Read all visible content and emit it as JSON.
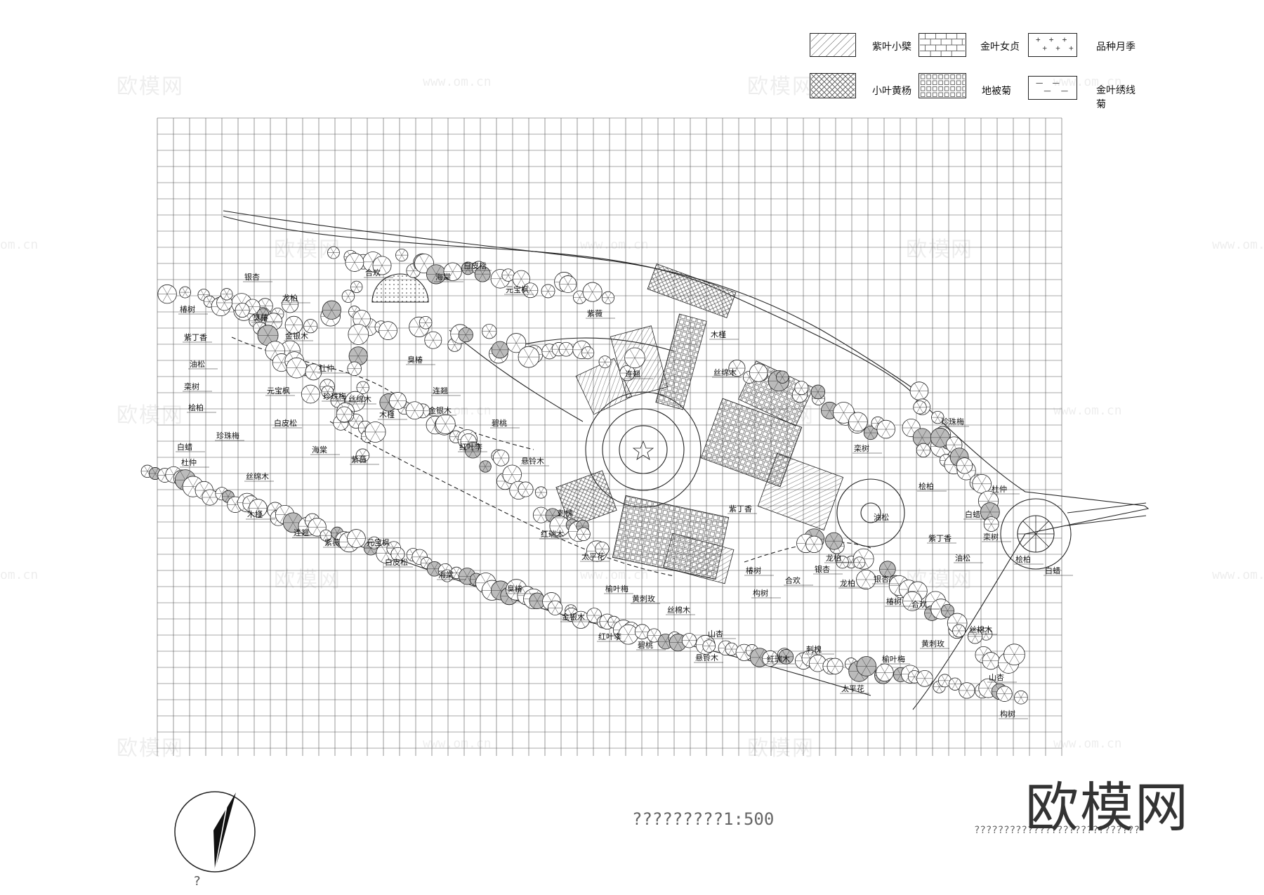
{
  "legend": [
    {
      "label": "紫叶小檗",
      "pattern": "diag"
    },
    {
      "label": "金叶女贞",
      "pattern": "brick"
    },
    {
      "label": "品种月季",
      "pattern": "plus"
    },
    {
      "label": "小叶黄杨",
      "pattern": "cross"
    },
    {
      "label": "地被菊",
      "pattern": "grid"
    },
    {
      "label": "金叶绣线菊",
      "pattern": "dash"
    }
  ],
  "watermarks": {
    "brand_cn": "欧模网",
    "url": "www.om.cn",
    "url_short": "om.cn"
  },
  "brand_logo": "欧模网",
  "scale_title": "?????????1:500",
  "footnote": "????????????????????????????",
  "north_label": "?",
  "plant_labels": [
    "合欢",
    "银杏",
    "龙柏",
    "椿树",
    "紫丁香",
    "油松",
    "栾树",
    "桧柏",
    "白蜡",
    "杜仲",
    "珍珠梅",
    "丝绵木",
    "木槿",
    "连翘",
    "紫薇",
    "元宝枫",
    "白皮松",
    "海棠",
    "臭椿",
    "金银木",
    "红叶李",
    "碧桃",
    "悬铃木",
    "红瑞木",
    "刺槐",
    "太平花",
    "榆叶梅",
    "黄刺玫",
    "丝棉木",
    "山杏",
    "构树"
  ],
  "colors": {
    "line": "#222222",
    "grid": "#555555",
    "background": "#ffffff"
  }
}
